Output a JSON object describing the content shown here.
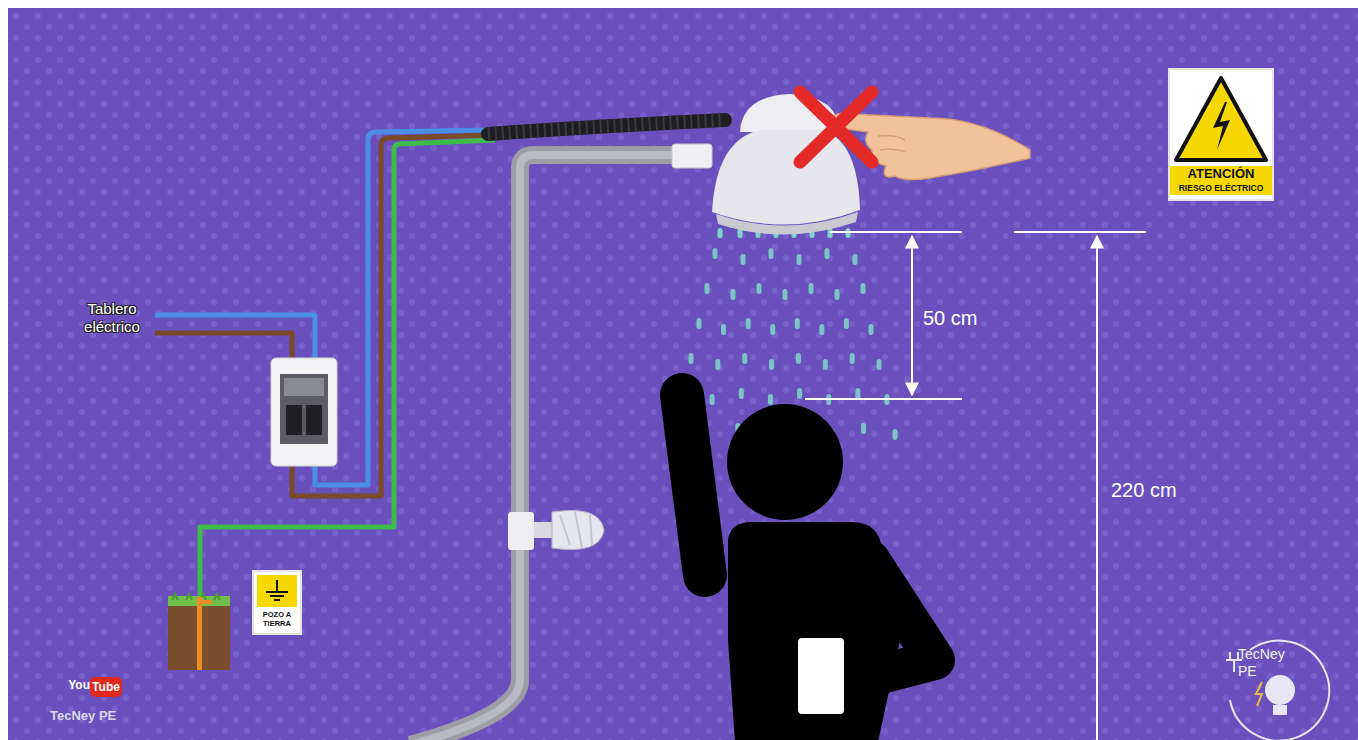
{
  "diagram": {
    "nodes": [
      {
        "text": [
          "ATENCIÓN",
          "RIESGO ELÉCTRICO"
        ]
      },
      {
        "text": [
          "POZO A TIERRA"
        ]
      }
    ],
    "labels": [
      "Tablero eléctrico",
      "50 cm",
      "220 cm",
      "You",
      "Tube",
      "TecNey PE",
      "TecNey PE"
    ]
  }
}
